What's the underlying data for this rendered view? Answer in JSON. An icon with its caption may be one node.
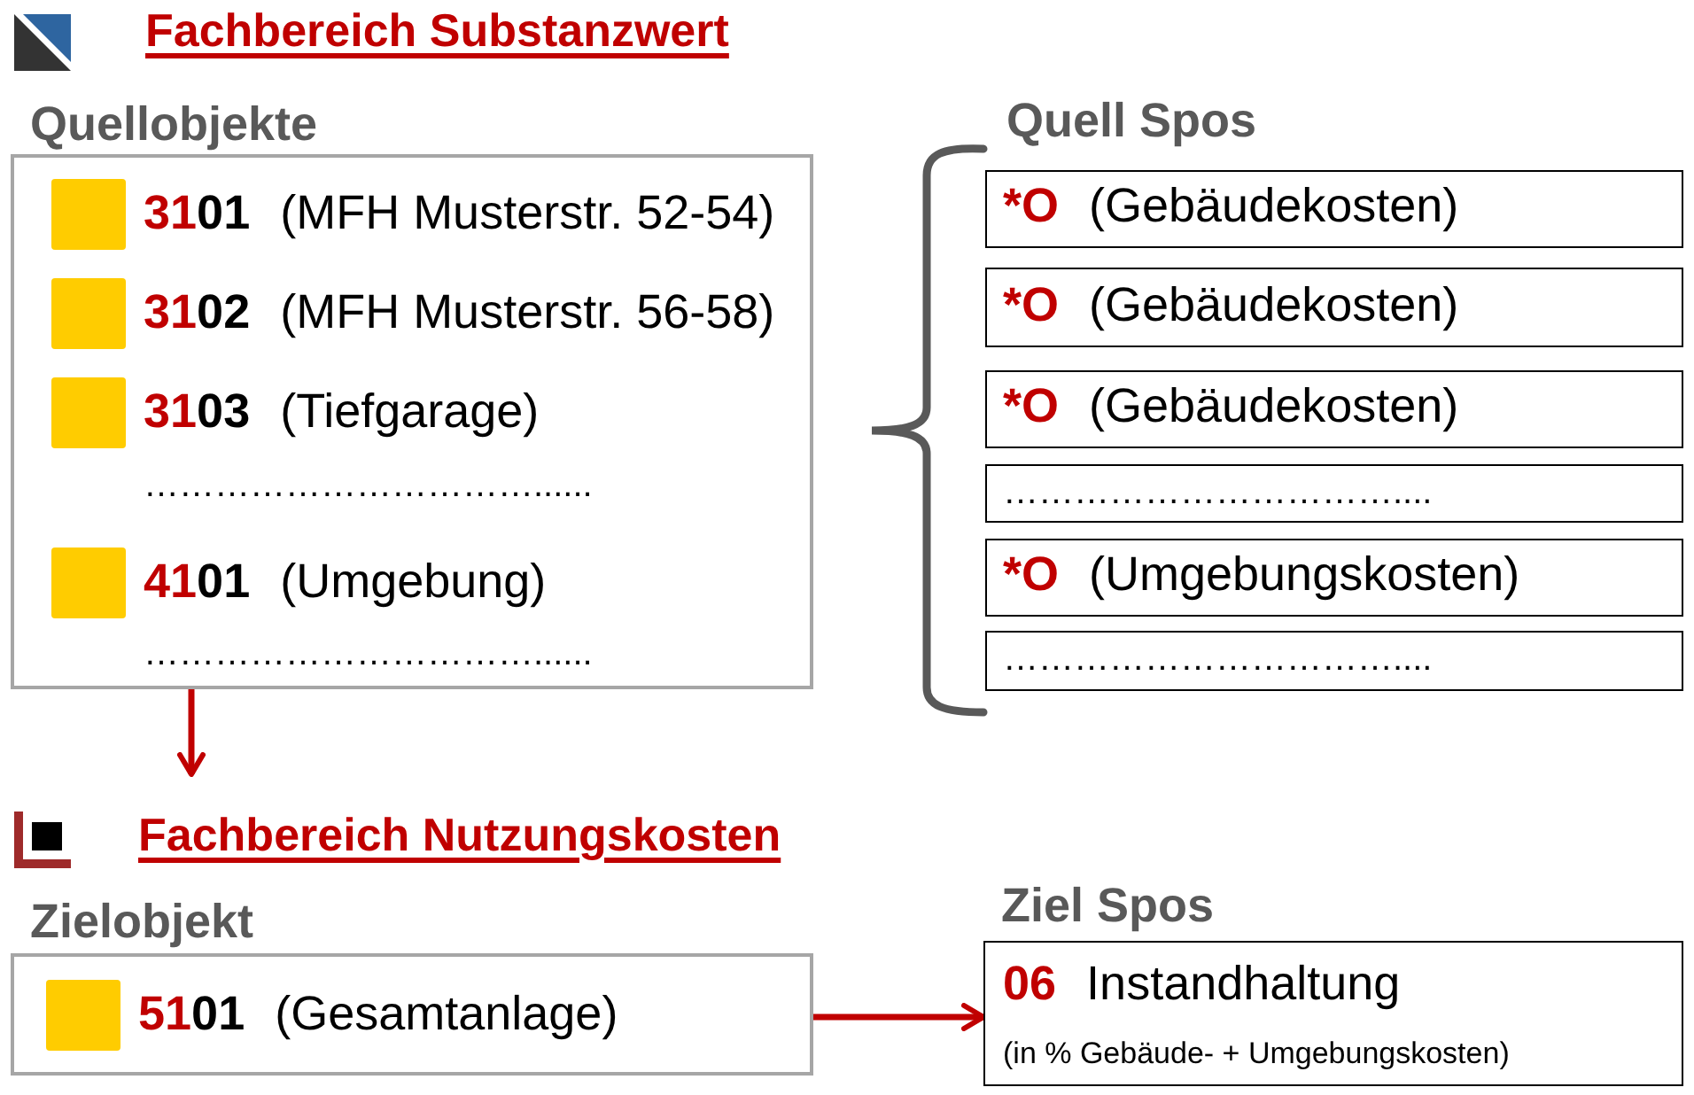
{
  "diagram": {
    "nodes": [
      {
        "text": [
          "Quellobjekte",
          "3101",
          "(MFH Musterstr. 52-54)",
          "3102",
          "(MFH Musterstr. 56-58)",
          "3103",
          "(Tiefgarage)",
          "……………………………......",
          "4101",
          "(Umgebung)",
          "……………………………......"
        ]
      },
      {
        "text": [
          "*O",
          "(Gebäudekosten)"
        ]
      },
      {
        "text": [
          "*O",
          "(Gebäudekosten)"
        ]
      },
      {
        "text": [
          "*O",
          "(Gebäudekosten)"
        ]
      },
      {
        "text": [
          "……………………………...."
        ]
      },
      {
        "text": [
          "*O",
          "(Umgebungskosten)"
        ]
      },
      {
        "text": [
          "……………………………...."
        ]
      },
      {
        "text": [
          "Zielobjekt",
          "5101",
          "(Gesamtanlage)"
        ]
      },
      {
        "text": [
          "Ziel Spos",
          "06",
          "Instandhaltung",
          "(in % Gebäude- + Umgebungskosten)"
        ]
      }
    ],
    "edges": [
      {
        "from": 0,
        "to": null,
        "arrow": "to"
      },
      {
        "from": 7,
        "to": 8,
        "arrow": "to"
      }
    ],
    "labels": [
      "Fachbereich Substanzwert",
      "Quell Spos",
      "Fachbereich Nutzungskosten"
    ]
  }
}
